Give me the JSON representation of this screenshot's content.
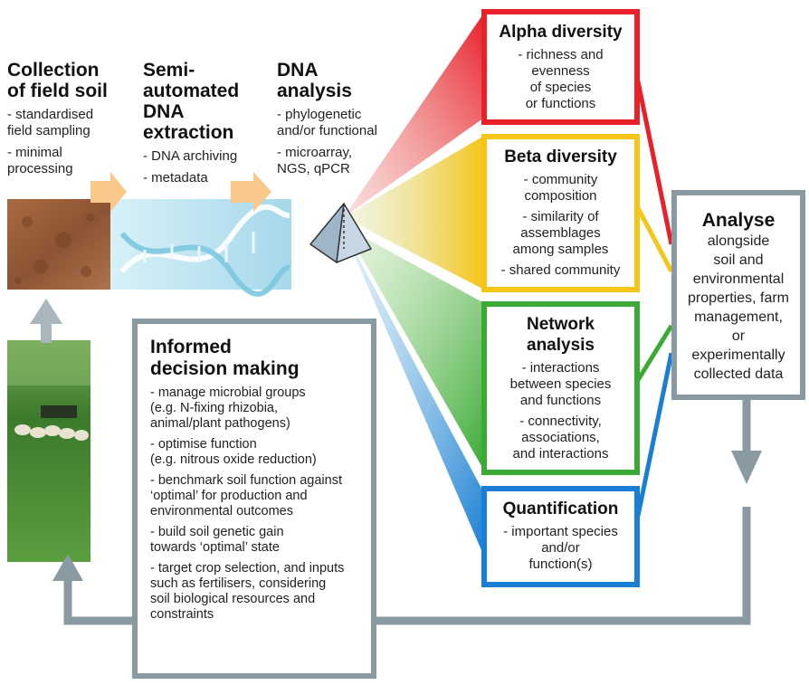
{
  "stages": [
    {
      "title_lines": [
        "Collection",
        "of field soil"
      ],
      "items": [
        "- standardised\nfield sampling",
        "- minimal\nprocessing"
      ]
    },
    {
      "title_lines": [
        "Semi-",
        "automated",
        "DNA",
        "extraction"
      ],
      "items": [
        "- DNA archiving",
        "- metadata"
      ]
    },
    {
      "title_lines": [
        "DNA",
        "analysis"
      ],
      "items": [
        "- phylogenetic\nand/or functional",
        "- microarray,\nNGS, qPCR"
      ]
    }
  ],
  "boxes": {
    "alpha": {
      "title": "Alpha diversity",
      "items": [
        "- richness and\nevenness\nof species\nor functions"
      ],
      "color": "#e8202a"
    },
    "beta": {
      "title": "Beta diversity",
      "items": [
        "- community\ncomposition",
        "- similarity of\nassemblages\namong samples",
        "- shared community"
      ],
      "color": "#f5c518"
    },
    "network": {
      "title_lines": [
        "Network",
        "analysis"
      ],
      "items": [
        "- interactions\nbetween species\nand functions",
        "- connectivity,\nassociations,\nand interactions"
      ],
      "color": "#3aaa35"
    },
    "quant": {
      "title": "Quantification",
      "items": [
        "- important species\nand/or\nfunction(s)"
      ],
      "color": "#1a7fd4"
    }
  },
  "analyse": {
    "title": "Analyse",
    "body_lines": [
      "alongside",
      "soil and",
      "environmental",
      "properties, farm",
      "management,",
      "or",
      "experimentally",
      "collected data"
    ]
  },
  "informed": {
    "title_lines": [
      "Informed",
      "decision making"
    ],
    "items": [
      "- manage microbial groups\n(e.g. N-fixing rhizobia,\nanimal/plant pathogens)",
      "- optimise function\n(e.g. nitrous oxide reduction)",
      "- benchmark soil function against\n‘optimal’ for production and\nenvironmental outcomes",
      "- build soil genetic gain\ntowards ‘optimal’ state",
      "- target crop selection, and inputs\nsuch as fertilisers, considering\nsoil biological resources and\nconstraints"
    ]
  },
  "colors": {
    "frame_gray": "#8a9aa3",
    "arrow_gray": "#a9b6bd",
    "soil": "#9a5f3a",
    "dna_bg": "#bfe6f2",
    "grass": "#4f9a3a",
    "sky": "#8ab56a",
    "arrow_orange": "#f8c98a"
  }
}
